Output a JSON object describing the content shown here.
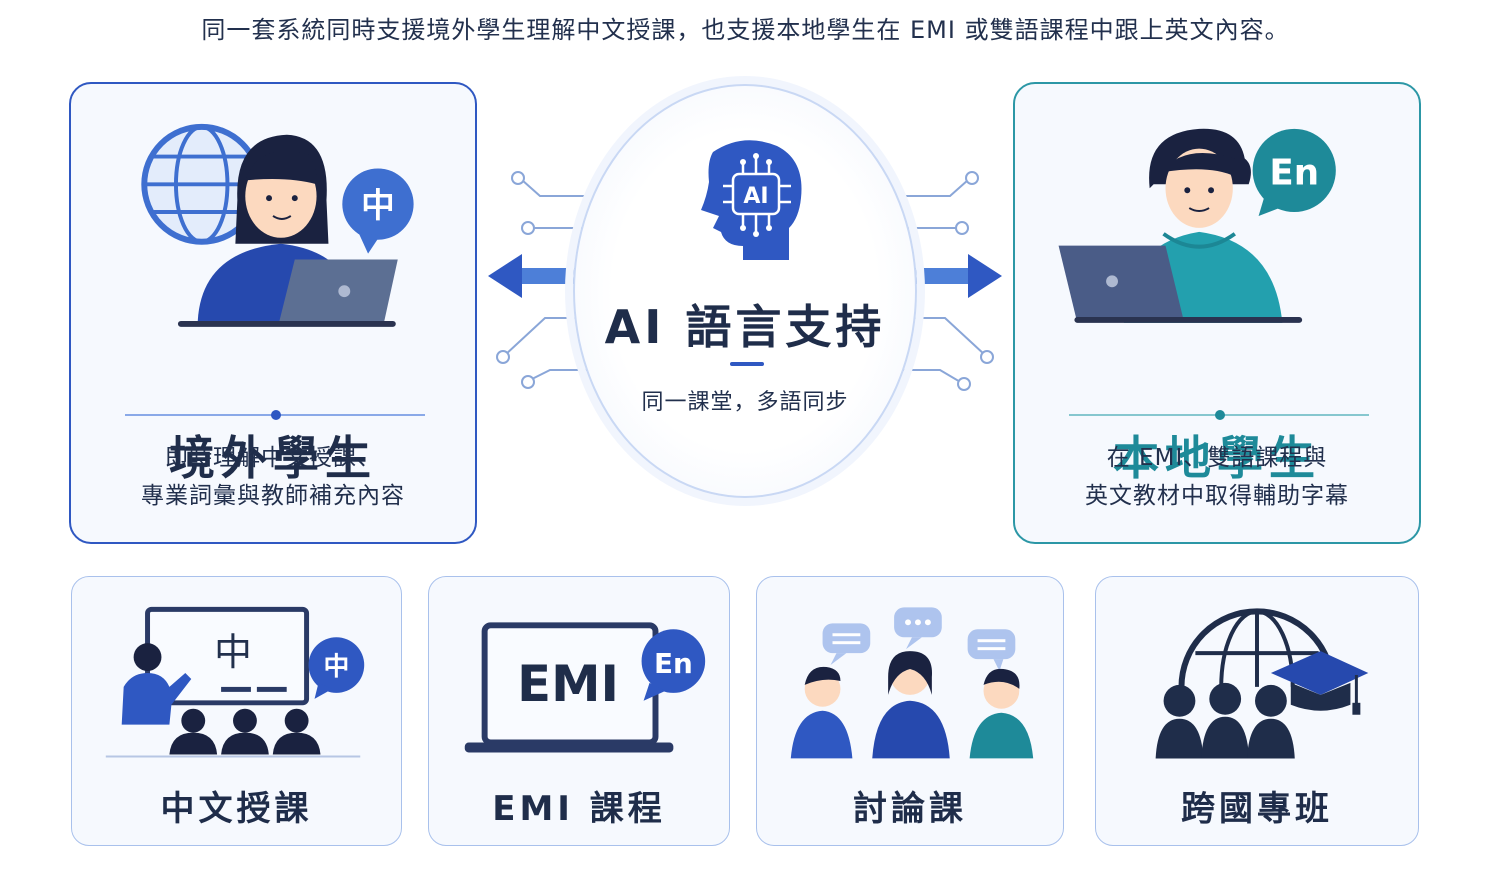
{
  "caption": "同一套系統同時支援境外學生理解中文授課，也支援本地學生在 EMI 或雙語課程中跟上英文內容。",
  "hub": {
    "icon_text": "AI",
    "title": "AI 語言支持",
    "subtitle": "同一課堂，多語同步"
  },
  "cards": {
    "international": {
      "title": "境外學生",
      "desc_line1": "即時理解中文授課、",
      "desc_line2": "專業詞彙與教師補充內容",
      "bubble": "中"
    },
    "local": {
      "title": "本地學生",
      "desc_line1": "在 EMI、雙語課程與",
      "desc_line2": "英文教材中取得輔助字幕",
      "bubble": "En"
    }
  },
  "tiles": {
    "chinese": {
      "label": "中文授課",
      "board_text": "中",
      "bubble": "中"
    },
    "emi": {
      "label": "EMI 課程",
      "screen_text": "EMI",
      "bubble": "En"
    },
    "discussion": {
      "label": "討論課"
    },
    "crossborder": {
      "label": "跨國專班"
    }
  },
  "colors": {
    "blue": "#2f58c2",
    "teal": "#1e8a99",
    "navy": "#1f2d4a"
  }
}
